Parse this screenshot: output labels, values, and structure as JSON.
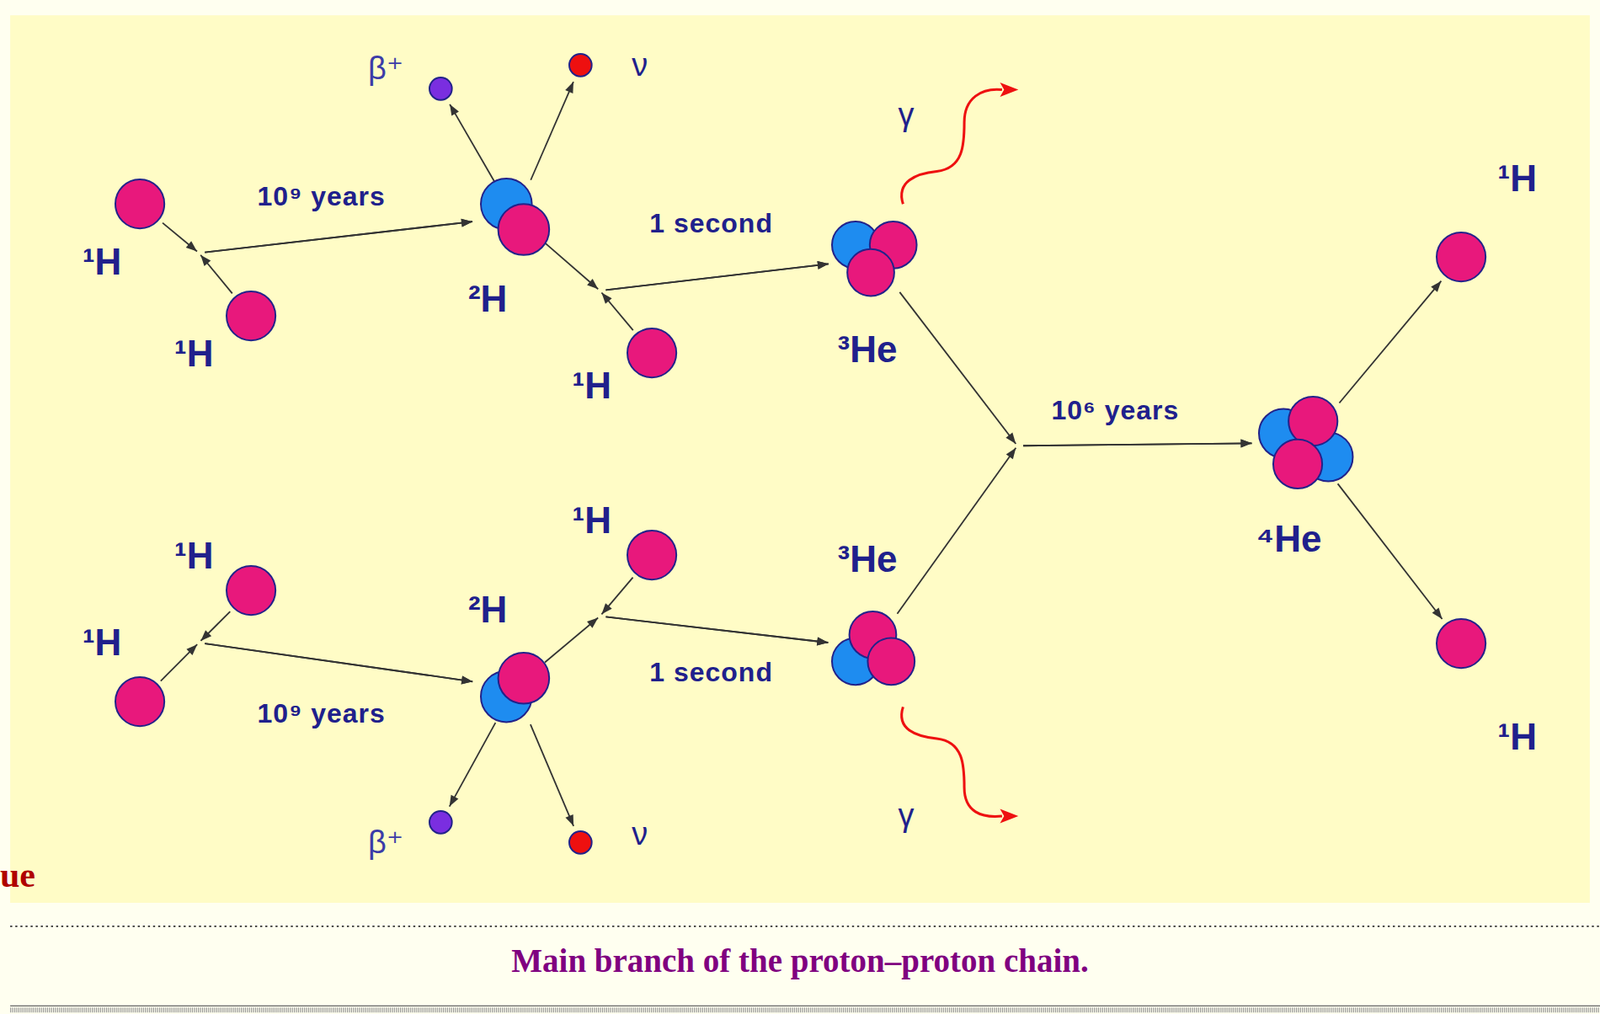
{
  "diagram": {
    "caption": "Main branch of the proton–proton chain.",
    "nodes": [
      {
        "text": [
          "¹H"
        ]
      },
      {
        "text": [
          "¹H"
        ]
      },
      {
        "text": [
          "²H"
        ]
      },
      {
        "text": [
          "β⁺"
        ]
      },
      {
        "text": [
          "ν"
        ]
      },
      {
        "text": [
          "¹H"
        ]
      },
      {
        "text": [
          "³He"
        ]
      },
      {
        "text": [
          "¹H"
        ]
      },
      {
        "text": [
          "¹H"
        ]
      },
      {
        "text": [
          "²H"
        ]
      },
      {
        "text": [
          "β⁺"
        ]
      },
      {
        "text": [
          "ν"
        ]
      },
      {
        "text": [
          "¹H"
        ]
      },
      {
        "text": [
          "³He"
        ]
      },
      {
        "text": [
          "⁴He"
        ]
      },
      {
        "text": [
          "¹H"
        ]
      },
      {
        "text": [
          "¹H"
        ]
      }
    ],
    "edges": [
      {
        "from": 0,
        "to": 2,
        "arrow": "to",
        "label": "10⁹ years"
      },
      {
        "from": 1,
        "to": 2,
        "arrow": "to"
      },
      {
        "from": 2,
        "to": 3,
        "arrow": "to"
      },
      {
        "from": 2,
        "to": 4,
        "arrow": "to"
      },
      {
        "from": 2,
        "to": 6,
        "arrow": "to",
        "label": "1 second"
      },
      {
        "from": 5,
        "to": 6,
        "arrow": "to"
      },
      {
        "from": 6,
        "to": 14,
        "arrow": "to",
        "label": "10⁶ years"
      },
      {
        "from": 7,
        "to": 9,
        "arrow": "to"
      },
      {
        "from": 8,
        "to": 9,
        "arrow": "to",
        "label": "10⁹ years"
      },
      {
        "from": 9,
        "to": 10,
        "arrow": "to"
      },
      {
        "from": 9,
        "to": 11,
        "arrow": "to"
      },
      {
        "from": 9,
        "to": 13,
        "arrow": "to",
        "label": "1 second"
      },
      {
        "from": 12,
        "to": 13,
        "arrow": "to"
      },
      {
        "from": 13,
        "to": 14,
        "arrow": "to"
      },
      {
        "from": 14,
        "to": 15,
        "arrow": "to"
      },
      {
        "from": 14,
        "to": 16,
        "arrow": "to"
      }
    ],
    "labels": [
      "γ",
      "γ",
      "ue"
    ]
  }
}
